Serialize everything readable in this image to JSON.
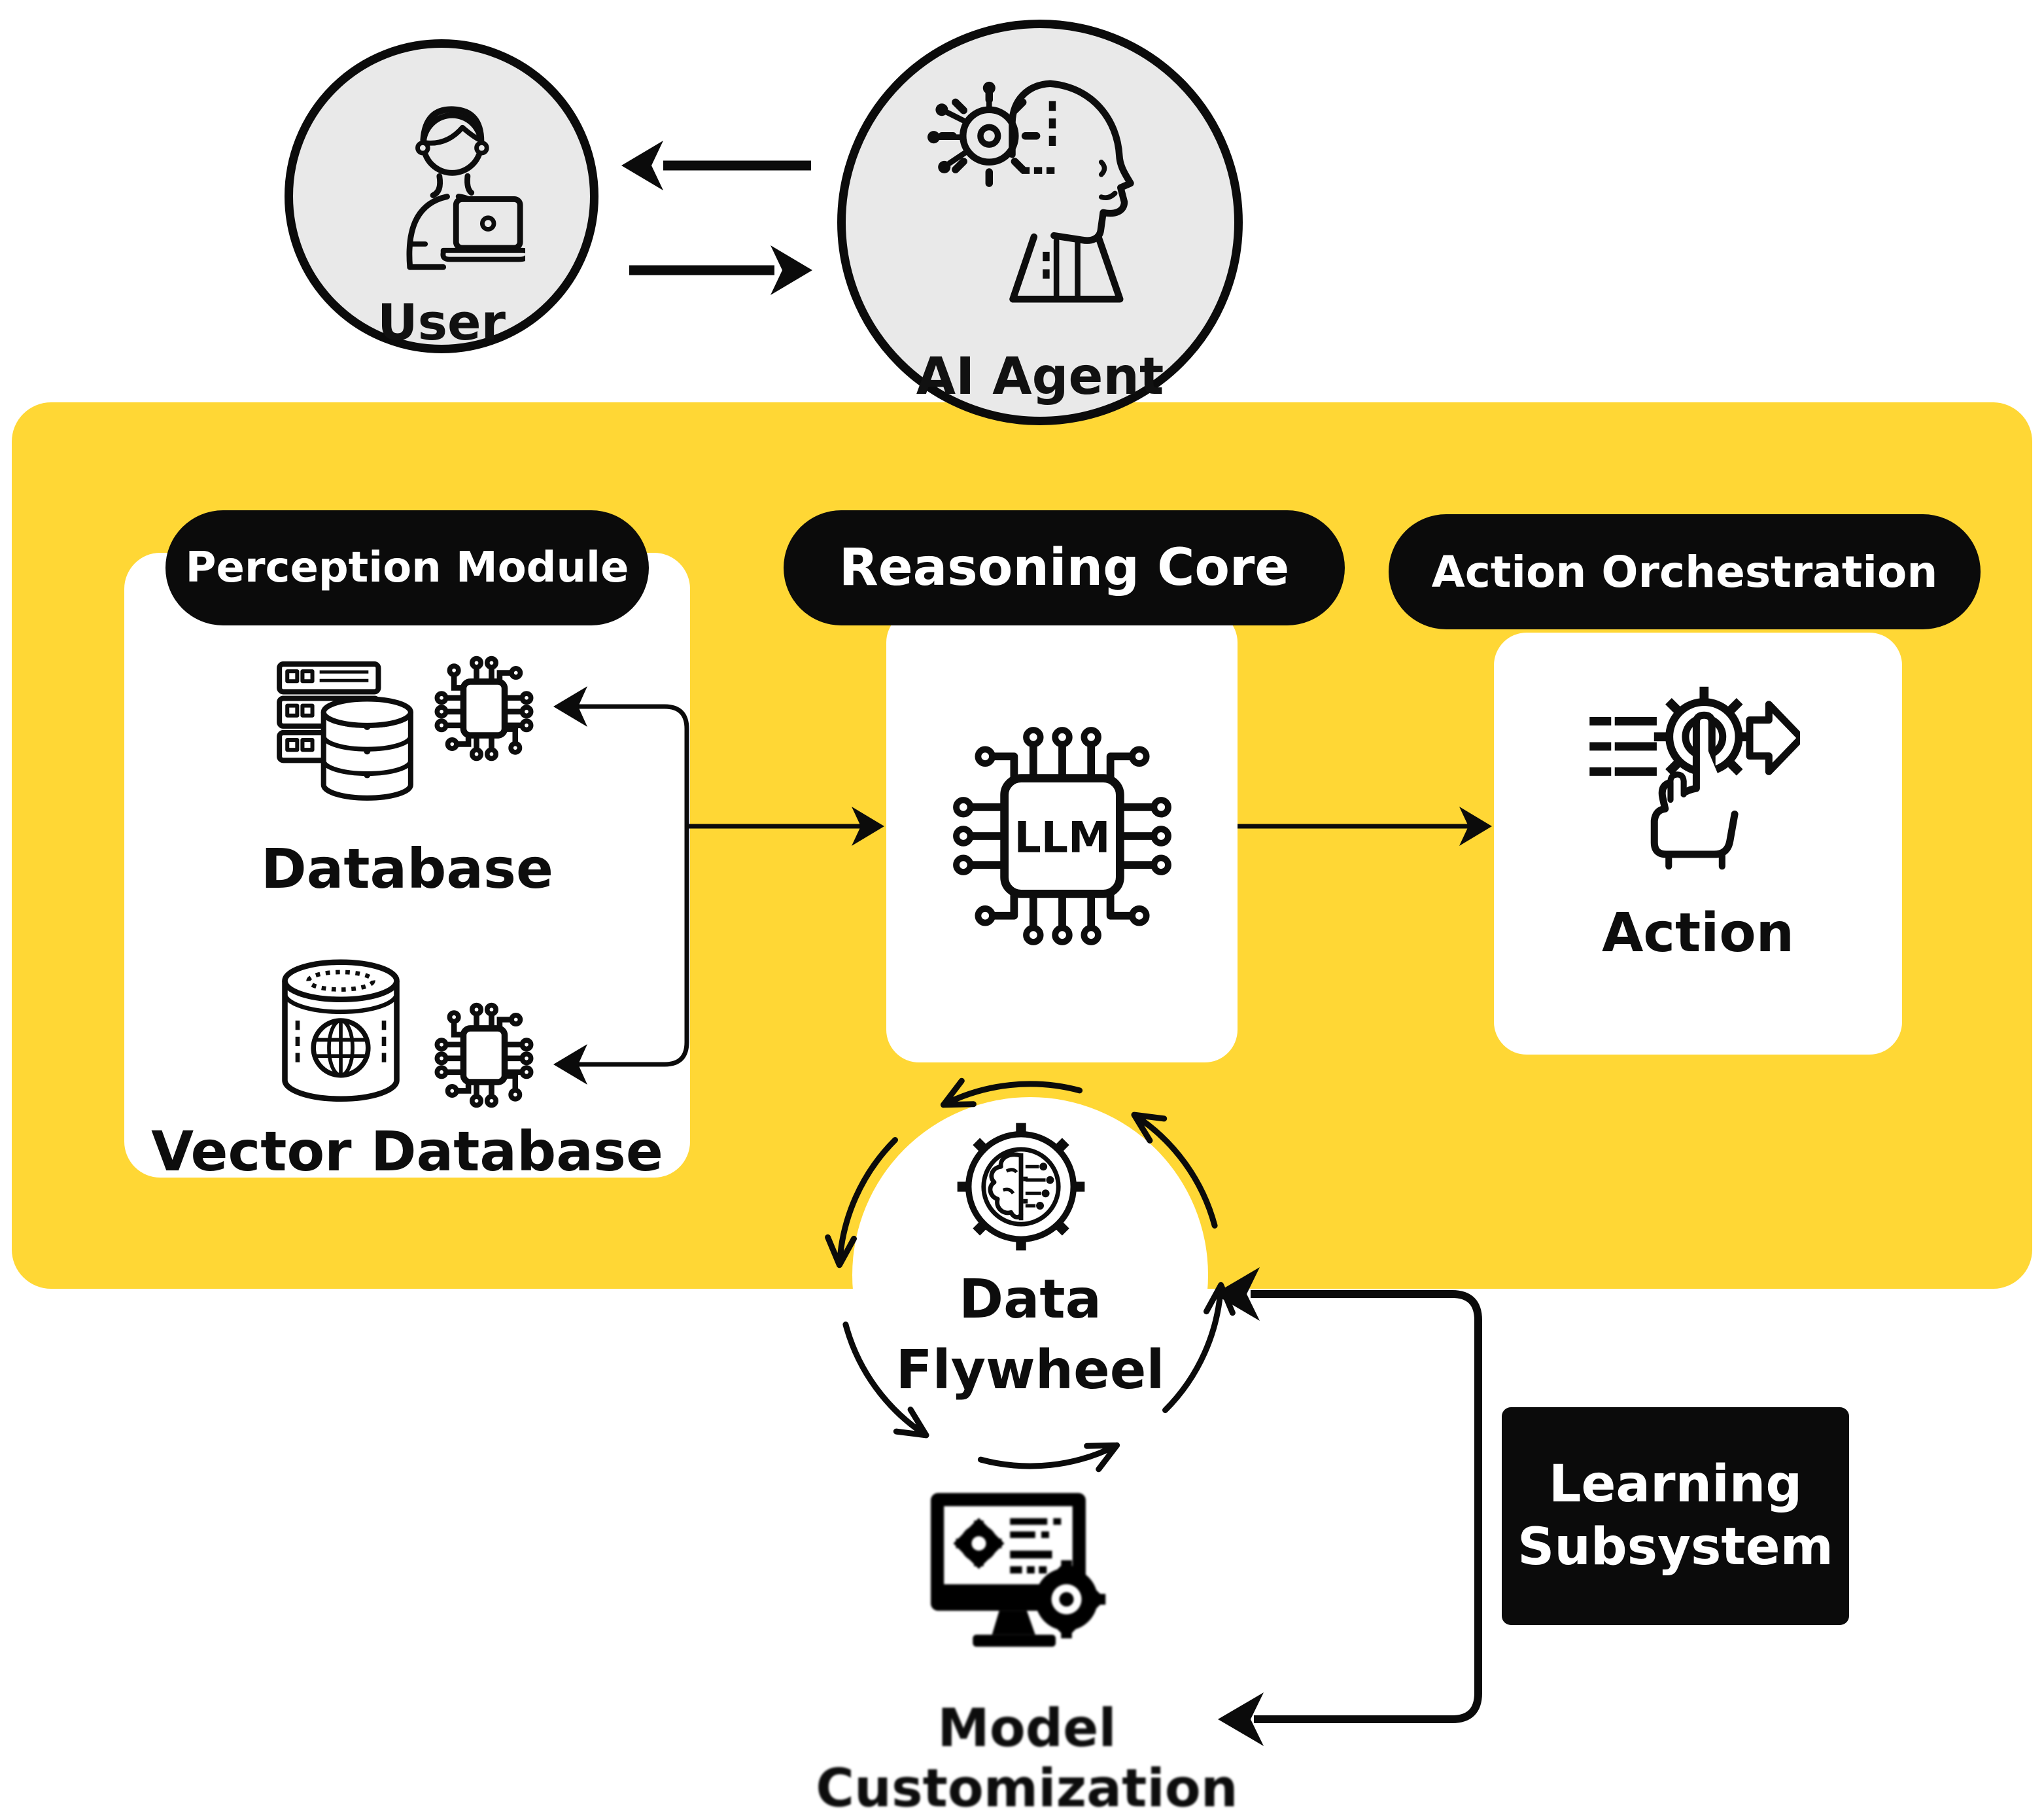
{
  "colors": {
    "background": "#FFFFFF",
    "panel_yellow": "#FFD735",
    "node_gray": "#E9E9E9",
    "ink_black": "#0B0B0B",
    "card_white": "#FFFFFF"
  },
  "actors": {
    "user": {
      "label": "User",
      "icon": "person-laptop-icon"
    },
    "ai_agent": {
      "label": "AI Agent",
      "icon": "ai-head-gear-icon"
    }
  },
  "modules": {
    "perception": {
      "title": "Perception Module",
      "items": [
        {
          "label": "Database",
          "icons": [
            "server-database-icon",
            "chip-icon"
          ]
        },
        {
          "label": "Vector Database",
          "icons": [
            "vector-database-icon",
            "chip-icon"
          ]
        }
      ]
    },
    "reasoning": {
      "title": "Reasoning Core",
      "chip_label": "LLM",
      "icon": "llm-chip-icon"
    },
    "action": {
      "title": "Action Orchestration",
      "label": "Action",
      "icon": "gear-press-arrow-icon"
    }
  },
  "learning": {
    "flywheel": {
      "label_line1": "Data",
      "label_line2": "Flywheel",
      "icon": "gear-brain-circuit-icon"
    },
    "subsystem": {
      "label_line1": "Learning",
      "label_line2": "Subsystem"
    },
    "model_customization": {
      "label_line1": "Model",
      "label_line2": "Customization",
      "icon": "monitor-gear-icon"
    }
  }
}
